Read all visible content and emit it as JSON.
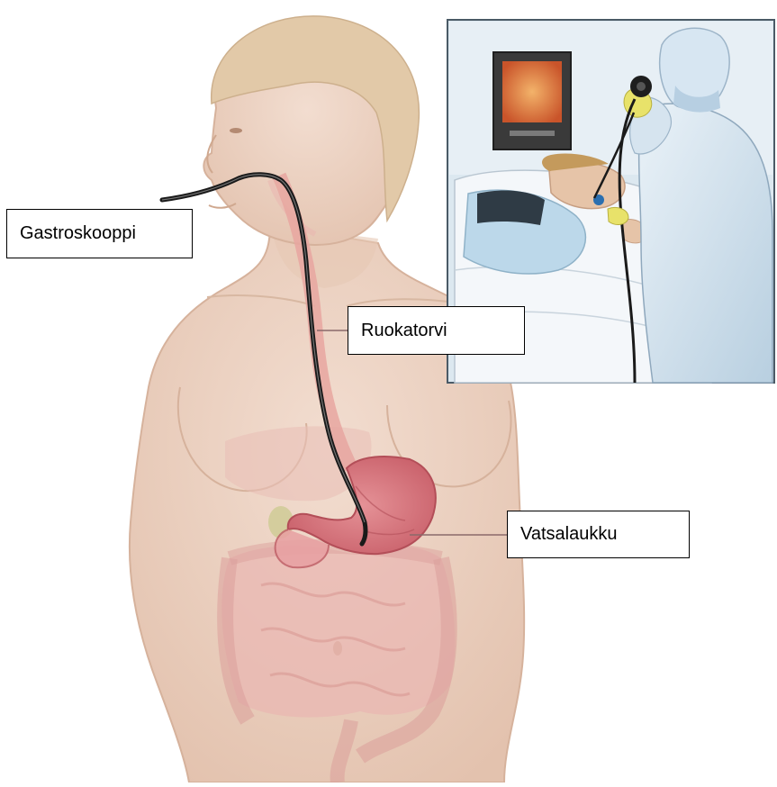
{
  "labels": {
    "gastroskooppi": "Gastroskooppi",
    "ruokatorvi": "Ruokatorvi",
    "vatsalaukku": "Vatsalaukku"
  },
  "colors": {
    "skin": "#ecd3c2",
    "skin_shadow": "#d9b6a0",
    "hair": "#e2c9a8",
    "organs": "#e9a9a6",
    "stomach": "#d9737a",
    "endoscope": "#1a1a1a",
    "inset_background": "#d7e6f1",
    "inset_border": "#4a5a66"
  }
}
